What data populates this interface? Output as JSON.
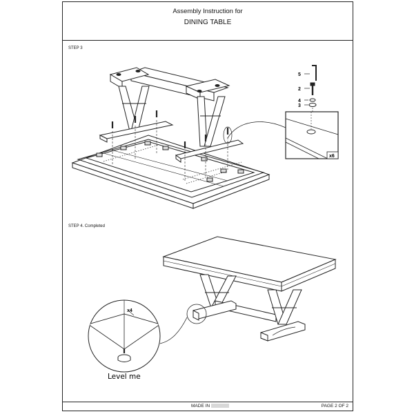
{
  "header": {
    "line1": "Assembly Instruction for",
    "line2": "DINING TABLE"
  },
  "steps": [
    {
      "label": "STEP 3"
    },
    {
      "label": "STEP 4. Completed"
    }
  ],
  "parts": [
    {
      "number": "5"
    },
    {
      "number": "2"
    },
    {
      "number": "4"
    },
    {
      "number": "3"
    }
  ],
  "step3_qty": "x6",
  "step4_qty": "x4",
  "level_note": "Level me",
  "footer": {
    "made_in": "MADE IN",
    "page": "PAGE 2 OF 2"
  }
}
